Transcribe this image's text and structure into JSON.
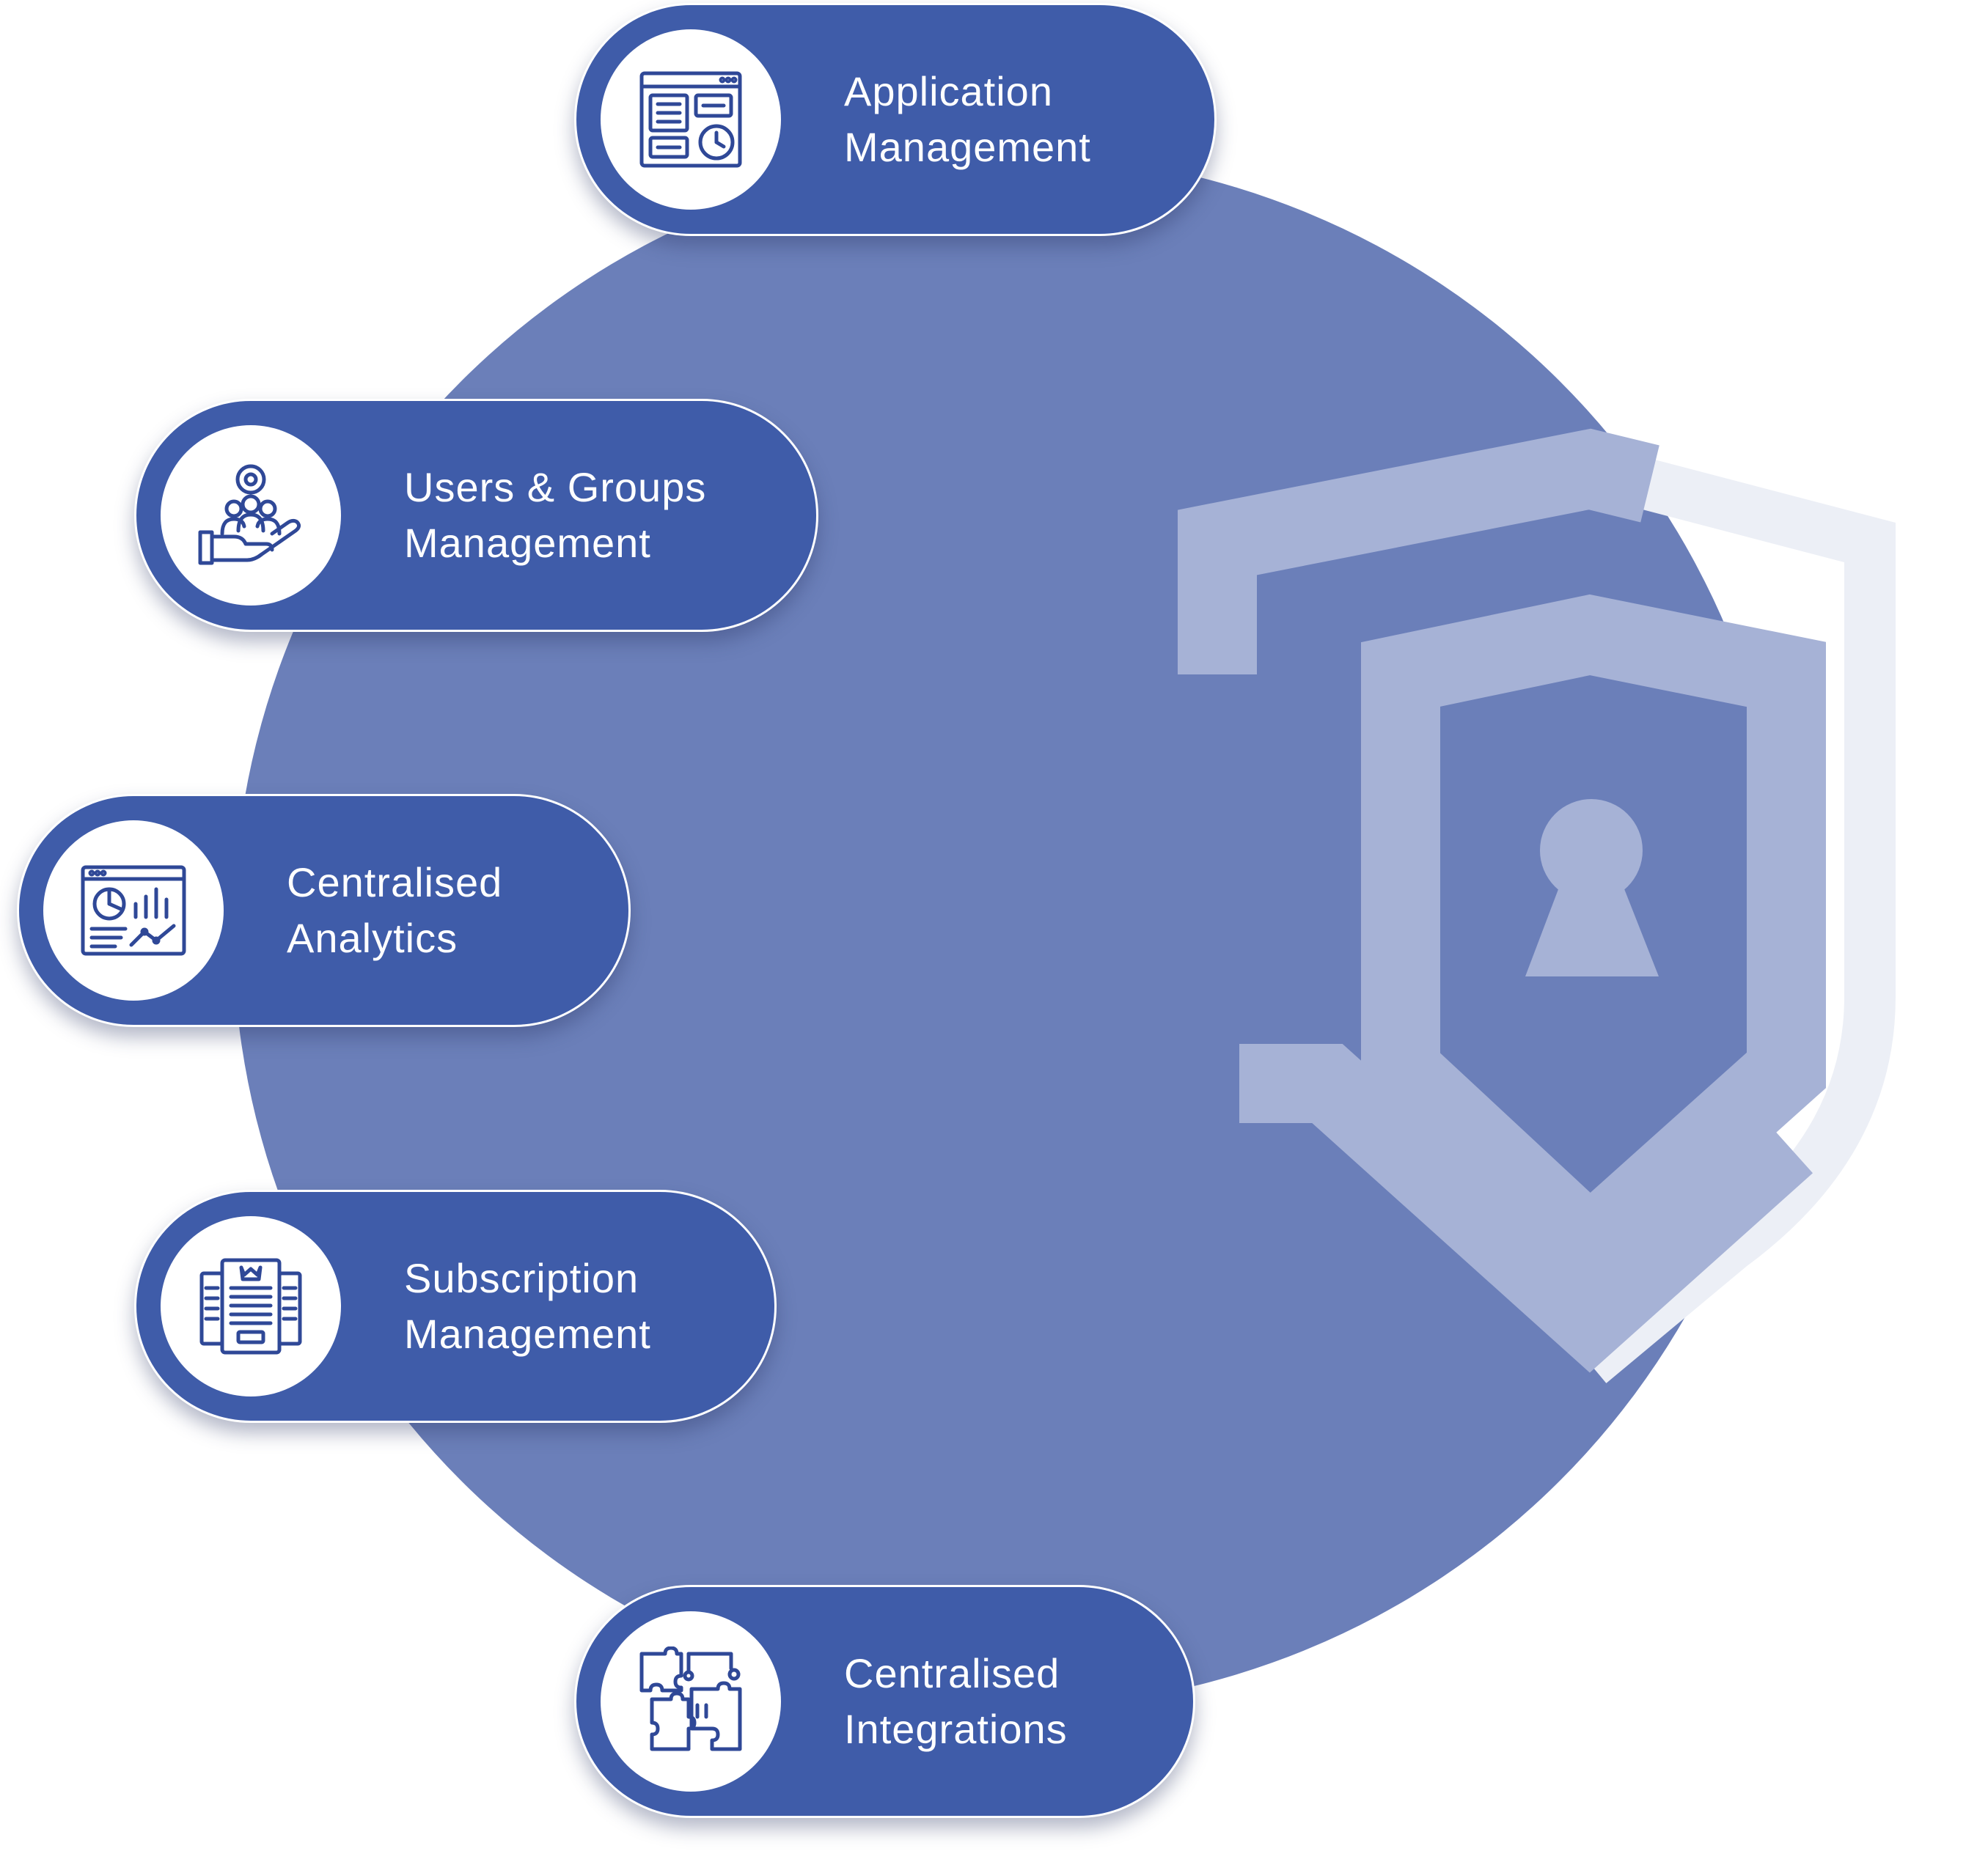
{
  "colors": {
    "circle": "#6b7fb9",
    "pill": "#3f5ca9",
    "pill_border": "#ffffff",
    "icon_stroke": "#2f4897",
    "shield": "#a6b2d6"
  },
  "background": {
    "circle_icon": "shield-keyhole-icon"
  },
  "features": [
    {
      "line1": "Application",
      "line2": "Management",
      "icon": "dashboard-clock-icon"
    },
    {
      "line1": "Users & Groups",
      "line2": "Management",
      "icon": "hand-users-gear-icon"
    },
    {
      "line1": "Centralised",
      "line2": "Analytics",
      "icon": "analytics-dashboard-icon"
    },
    {
      "line1": "Subscription",
      "line2": "Management",
      "icon": "subscription-document-icon"
    },
    {
      "line1": "Centralised",
      "line2": "Integrations",
      "icon": "puzzle-pieces-icon"
    }
  ]
}
